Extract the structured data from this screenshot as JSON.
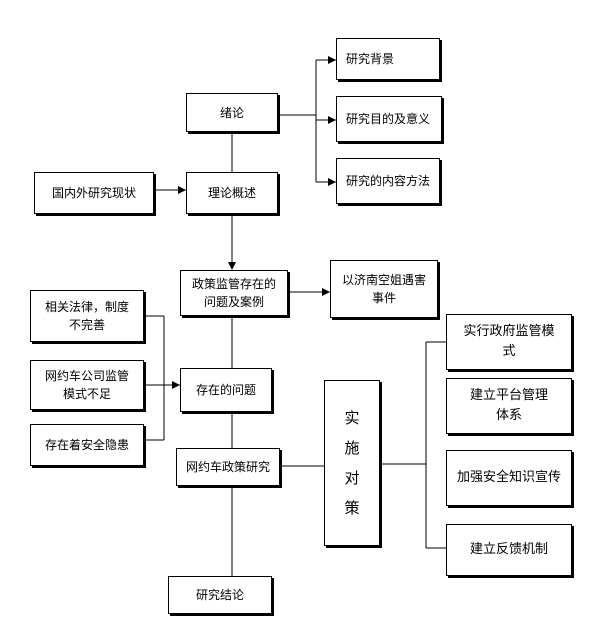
{
  "nodes": {
    "intro": "绪论",
    "bg": "研究背景",
    "purpose": "研究目的及意义",
    "method": "研究的内容方法",
    "domestic": "国内外研究现状",
    "theory": "理论概述",
    "policy_problems": "政策监管存在的问题及案例",
    "case": "以济南空姐遇害事件",
    "law": "相关法律，制度不完善",
    "mode": "网约车公司监管模式不足",
    "safety": "存在着安全隐患",
    "issues": "存在的问题",
    "study": "网约车政策研究",
    "conclusion": "研究结论",
    "measures": [
      "实",
      "施",
      "对",
      "策"
    ],
    "gov_mode": "实行政府监管模式",
    "platform": "建立平台管理体系",
    "awareness": "加强安全知识宣传",
    "feedback": "建立反馈机制"
  }
}
